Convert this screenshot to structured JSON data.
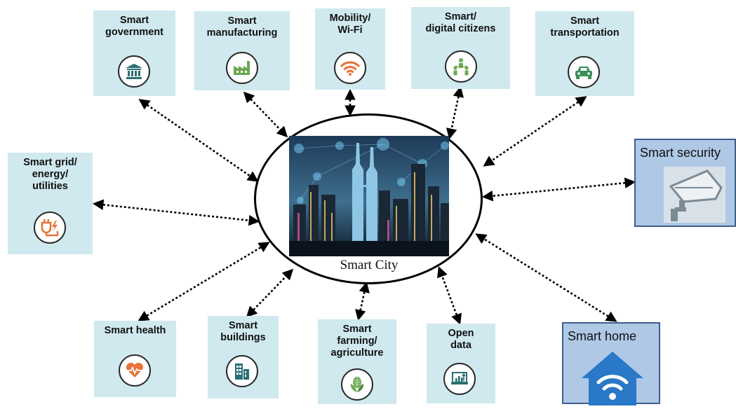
{
  "center": {
    "label": "Smart City"
  },
  "nodes": [
    {
      "id": "government",
      "title": "Smart\ngovernment",
      "icon": "bank-icon",
      "color": "#2a6f73"
    },
    {
      "id": "manufacturing",
      "title": "Smart\nmanufacturing",
      "icon": "factory-icon",
      "color": "#6aa84f"
    },
    {
      "id": "mobility",
      "title": "Mobility/\nWi-Fi",
      "icon": "wifi-icon",
      "color": "#e8733a"
    },
    {
      "id": "citizens",
      "title": "Smart/\ndigital citizens",
      "icon": "people-icon",
      "color": "#6aa84f"
    },
    {
      "id": "transportation",
      "title": "Smart\ntransportation",
      "icon": "car-icon",
      "color": "#3a8f5a"
    },
    {
      "id": "energy",
      "title": "Smart grid/\nenergy/\nutilities",
      "icon": "plug-icon",
      "color": "#e8733a"
    },
    {
      "id": "health",
      "title": "Smart health",
      "icon": "heartbeat-icon",
      "color": "#e8733a"
    },
    {
      "id": "buildings",
      "title": "Smart\nbuildings",
      "icon": "buildings-icon",
      "color": "#2a6f73"
    },
    {
      "id": "farming",
      "title": "Smart\nfarming/\nagriculture",
      "icon": "corn-icon",
      "color": "#6aa84f"
    },
    {
      "id": "opendata",
      "title": "Open\ndata",
      "icon": "chart-icon",
      "color": "#2a6f73"
    },
    {
      "id": "security",
      "title": "Smart security",
      "icon": "cctv-camera-icon",
      "color": "#7a8a96"
    },
    {
      "id": "home",
      "title": "Smart home",
      "icon": "home-wifi-icon",
      "color": "#2a78c8"
    }
  ]
}
